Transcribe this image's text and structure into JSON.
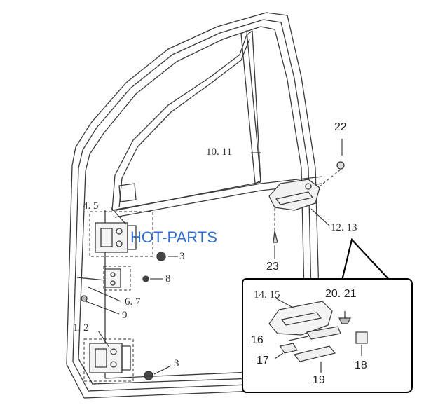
{
  "watermark": "HOT-PARTS",
  "callouts": {
    "door_panel": "10. 11",
    "hinge_upper": "4. 5",
    "hinge_lower": "1. 2",
    "checker": "6. 7",
    "bolt_3a": "3",
    "bolt_3b": "3",
    "bolt_8": "8",
    "screw_9": "9",
    "nut_22": "22",
    "screw_23": "23",
    "handle_assy": "12. 13",
    "detail_14_15": "14. 15",
    "detail_16": "16",
    "detail_17": "17",
    "detail_18": "18",
    "detail_19": "19",
    "detail_20_21": "20. 21"
  }
}
